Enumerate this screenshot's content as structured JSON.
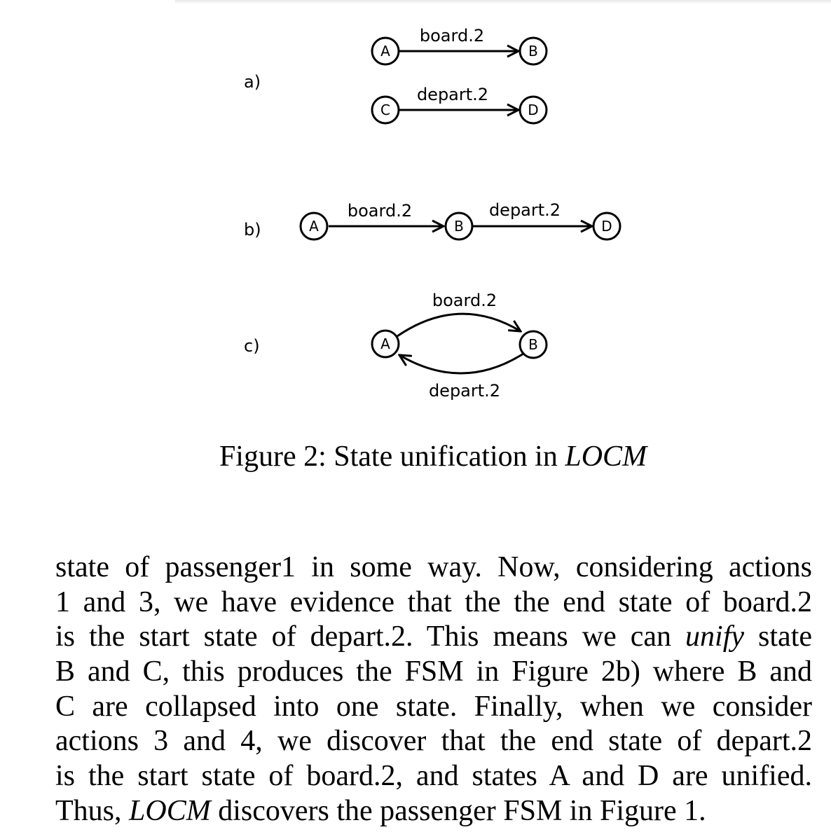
{
  "figure": {
    "panels": {
      "a": {
        "label": "a)",
        "edge1": {
          "from": "A",
          "to": "B",
          "label": "board.2"
        },
        "edge2": {
          "from": "C",
          "to": "D",
          "label": "depart.2"
        }
      },
      "b": {
        "label": "b)",
        "nodes": [
          "A",
          "B",
          "D"
        ],
        "edge1_label": "board.2",
        "edge2_label": "depart.2"
      },
      "c": {
        "label": "c)",
        "nodes": [
          "A",
          "B"
        ],
        "top_label": "board.2",
        "bottom_label": "depart.2"
      }
    },
    "caption": {
      "prefix": "Figure 2: State unification in ",
      "emph": "LOCM"
    }
  },
  "body": {
    "line1": "state of passenger1 in some way. Now, considering actions",
    "line2": "1 and 3, we have evidence that the the end state of board.2",
    "line3_pre": "is the start state of depart.2. This means we can",
    "line3_emph": "unify",
    "line3_post": "state",
    "line4": "B and C, this produces the FSM in Figure 2b) where B and",
    "line5": "C are collapsed into one state. Finally, when we consider",
    "line6": "actions 3 and 4, we discover that the end state of depart.2",
    "line7": "is the start state of board.2, and states A and D are unified.",
    "line8_pre": "Thus,",
    "line8_emph": "LOCM",
    "line8_post": "discovers the passenger FSM in Figure 1."
  }
}
